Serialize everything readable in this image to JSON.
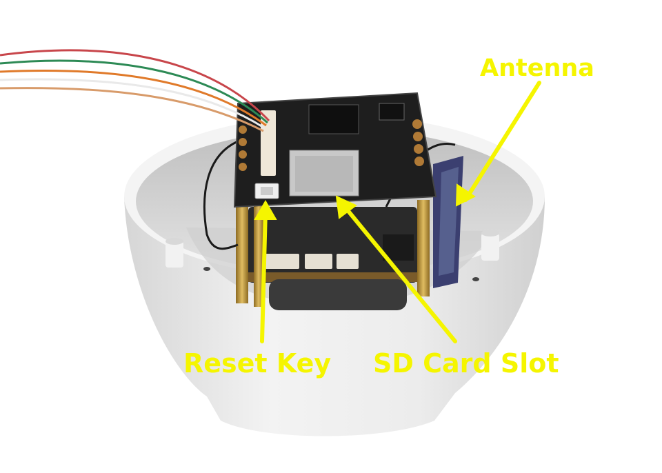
{
  "photo": {
    "subject": "camera-board-in-dome-housing"
  },
  "labels": {
    "antenna": "Antenna",
    "reset_key": "Reset Key",
    "sd_card_slot": "SD Card Slot"
  },
  "colors": {
    "annotation": "#f5f500",
    "housing": "#eeeeee",
    "pcb": "#1e1e1e",
    "standoff": "#c9a24a"
  }
}
